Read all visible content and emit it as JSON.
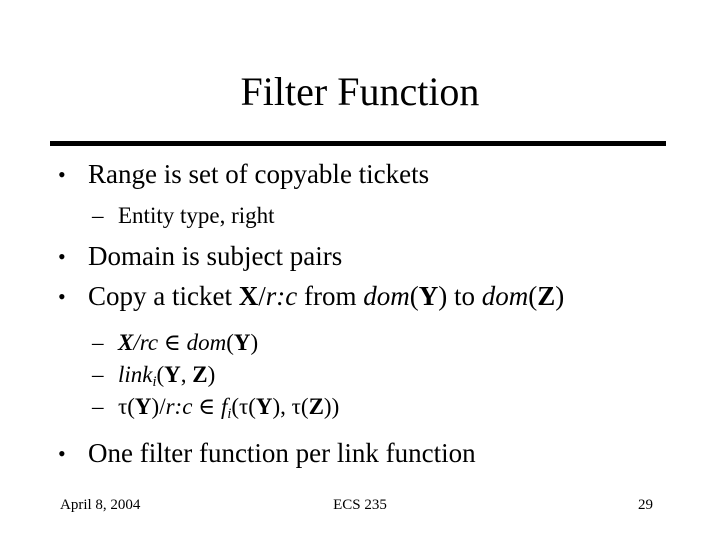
{
  "slide": {
    "title": "Filter Function",
    "markers": {
      "bullet": "•",
      "dash": "–"
    },
    "content": [
      {
        "level": 1,
        "segments": [
          {
            "t": "Range is set of copyable tickets"
          }
        ]
      },
      {
        "level": 2,
        "segments": [
          {
            "t": "Entity type, right"
          }
        ]
      },
      {
        "level": 1,
        "segments": [
          {
            "t": "Domain is subject pairs"
          }
        ]
      },
      {
        "level": 1,
        "segments": [
          {
            "t": "Copy a ticket "
          },
          {
            "t": "X"
          },
          {
            "t": "/"
          },
          {
            "t": "r:c"
          },
          {
            "t": " from "
          },
          {
            "t": "dom"
          },
          {
            "t": "("
          },
          {
            "t": "Y"
          },
          {
            "t": ") to "
          },
          {
            "t": "dom"
          },
          {
            "t": "("
          },
          {
            "t": "Z"
          },
          {
            "t": ")"
          }
        ]
      },
      {
        "level": 2,
        "segments": [
          {
            "t": "X"
          },
          {
            "t": "/"
          },
          {
            "t": "rc"
          },
          {
            "t": " ∈ "
          },
          {
            "t": "dom"
          },
          {
            "t": "("
          },
          {
            "t": "Y"
          },
          {
            "t": ")"
          }
        ]
      },
      {
        "level": 2,
        "segments": [
          {
            "t": "link"
          },
          {
            "t": "i"
          },
          {
            "t": "("
          },
          {
            "t": "Y"
          },
          {
            "t": ", "
          },
          {
            "t": "Z"
          },
          {
            "t": ")"
          }
        ]
      },
      {
        "level": 2,
        "segments": [
          {
            "t": "τ("
          },
          {
            "t": "Y"
          },
          {
            "t": ")/"
          },
          {
            "t": "r:c"
          },
          {
            "t": " ∈ "
          },
          {
            "t": "f"
          },
          {
            "t": "i"
          },
          {
            "t": "(τ("
          },
          {
            "t": "Y"
          },
          {
            "t": "), τ("
          },
          {
            "t": "Z"
          },
          {
            "t": "))"
          }
        ]
      },
      {
        "level": 1,
        "segments": [
          {
            "t": "One filter function per link function"
          }
        ]
      }
    ],
    "footer": {
      "date": "April 8, 2004",
      "course": "ECS 235",
      "page": "29"
    },
    "colors": {
      "text": "#000000",
      "background": "#ffffff",
      "divider": "#000000"
    }
  }
}
